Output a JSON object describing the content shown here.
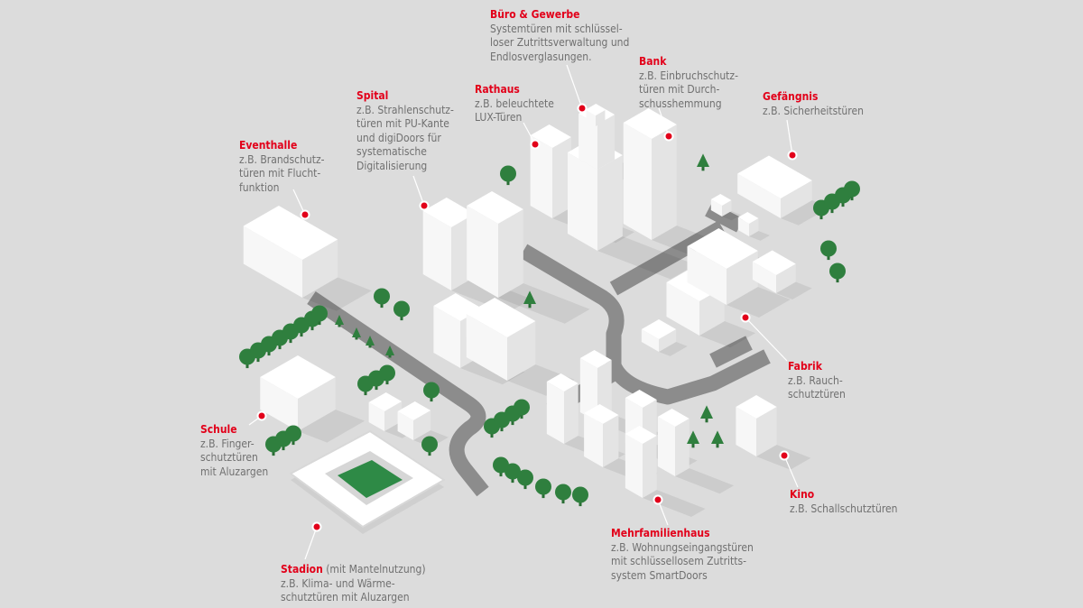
{
  "colors": {
    "accent": "#e2001a",
    "text": "#707070",
    "background": "#dcdcdc",
    "tree": "#2f7f3e",
    "road": "#8c8c8c"
  },
  "callouts": {
    "buero": {
      "title": "Büro & Gewerbe",
      "lines": [
        "Systemtüren mit schlüssel-",
        "loser Zutrittsverwaltung und",
        "Endlosverglasungen."
      ]
    },
    "bank": {
      "title": "Bank",
      "lines": [
        "z.B. Einbruchschutz-",
        "türen mit Durch-",
        "schusshemmung"
      ]
    },
    "gefaengnis": {
      "title": "Gefängnis",
      "lines": [
        "z.B. Sicherheitstüren"
      ]
    },
    "rathaus": {
      "title": "Rathaus",
      "lines": [
        "z.B. beleuchtete",
        "LUX-Türen"
      ]
    },
    "spital": {
      "title": "Spital",
      "lines": [
        "z.B. Strahlenschutz-",
        "türen mit PU-Kante",
        "und digiDoors für",
        "systematische",
        "Digitalisierung"
      ]
    },
    "eventhalle": {
      "title": "Eventhalle",
      "lines": [
        "z.B. Brandschutz-",
        "türen mit Flucht-",
        "funktion"
      ]
    },
    "schule": {
      "title": "Schule",
      "lines": [
        "z.B. Finger-",
        "schutztüren",
        "mit Aluzargen"
      ]
    },
    "stadion": {
      "title": "Stadion",
      "subtitle": " (mit Mantelnutzung)",
      "lines": [
        "z.B. Klima- und Wärme-",
        "schutztüren mit Aluzargen"
      ]
    },
    "mehrfamilienhaus": {
      "title": "Mehrfamilienhaus",
      "lines": [
        "z.B. Wohnungseingangstüren",
        "mit schlüssellosem Zutritts-",
        "system SmartDoors"
      ]
    },
    "kino": {
      "title": "Kino",
      "lines": [
        "z.B. Schallschutztüren"
      ]
    },
    "fabrik": {
      "title": "Fabrik",
      "lines": [
        "z.B. Rauch-",
        "schutztüren"
      ]
    }
  }
}
